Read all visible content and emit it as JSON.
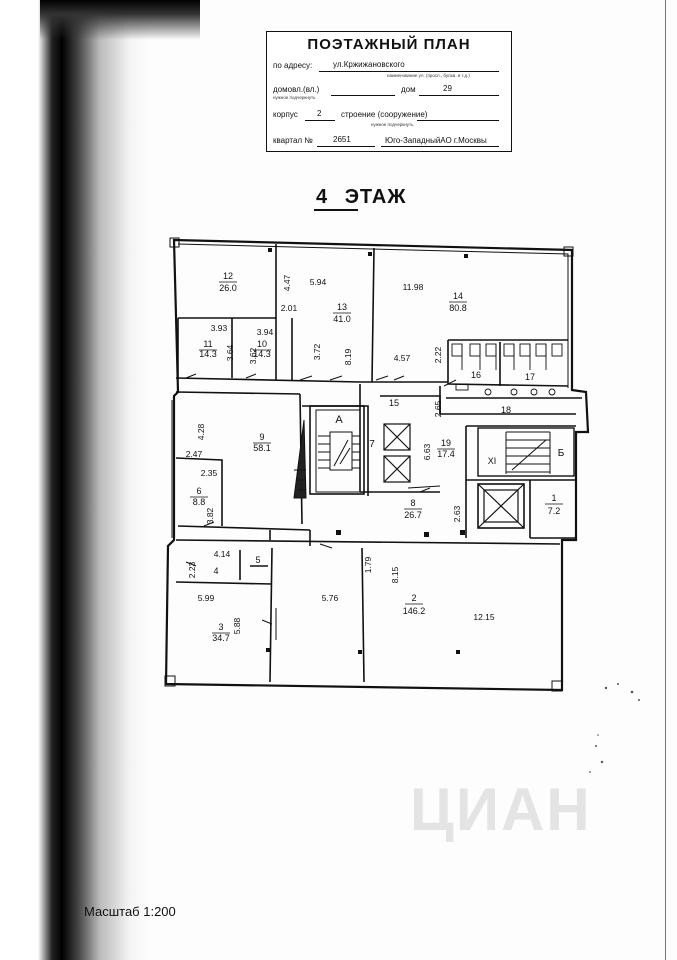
{
  "stamp": {
    "title": "ПОЭТАЖНЫЙ ПЛАН",
    "address_label": "по адресу:",
    "address_value": "ул.Кржижановского",
    "address_sub": "наименование ул. (просп., бульв. и т.д.)",
    "domovl_label": "домовл.(вл.)",
    "domovl_sub": "нужное подчеркнуть",
    "house_label": "дом",
    "house_value": "29",
    "korpus_label": "корпус",
    "korpus_value": "2",
    "building_label": "строение (сооружение)",
    "building_sub": "нужное подчеркнуть",
    "kvartal_label": "квартал №",
    "kvartal_value": "2651",
    "district_value": "Юго-ЗападныйАО г.Москвы"
  },
  "floor": {
    "number": "4",
    "label": "ЭТАЖ"
  },
  "scale": "Масштаб 1:200",
  "watermark": "ЦИАН",
  "rooms": [
    {
      "id": "12",
      "area": "26.0"
    },
    {
      "id": "13",
      "area": "41.0"
    },
    {
      "id": "14",
      "area": "80.8"
    },
    {
      "id": "11",
      "area": "14.3"
    },
    {
      "id": "10",
      "area": "14.3"
    },
    {
      "id": "16",
      "area": ""
    },
    {
      "id": "17",
      "area": ""
    },
    {
      "id": "15",
      "area": ""
    },
    {
      "id": "18",
      "area": ""
    },
    {
      "id": "9",
      "area": "58.1"
    },
    {
      "id": "A",
      "area": ""
    },
    {
      "id": "7",
      "area": ""
    },
    {
      "id": "19",
      "area": "17.4"
    },
    {
      "id": "XI",
      "area": ""
    },
    {
      "id": "Б",
      "area": ""
    },
    {
      "id": "6",
      "area": "8.8"
    },
    {
      "id": "8",
      "area": "26.7"
    },
    {
      "id": "1",
      "area": "7.2"
    },
    {
      "id": "4",
      "area": "4"
    },
    {
      "id": "5",
      "area": ""
    },
    {
      "id": "3",
      "area": "34.7"
    },
    {
      "id": "2",
      "area": "146.2"
    }
  ],
  "dims": [
    "4.47",
    "5.94",
    "11.98",
    "2.01",
    "3.93",
    "3.94",
    "3.64",
    "3.62",
    "3.72",
    "8.19",
    "4.57",
    "2.22",
    "2.65",
    "4.28",
    "2.47",
    "2.35",
    "6.63",
    "3.82",
    "2.63",
    "4.14",
    "2.23",
    "1.79",
    "8.15",
    "5.99",
    "5.76",
    "5.88",
    "12.15"
  ]
}
